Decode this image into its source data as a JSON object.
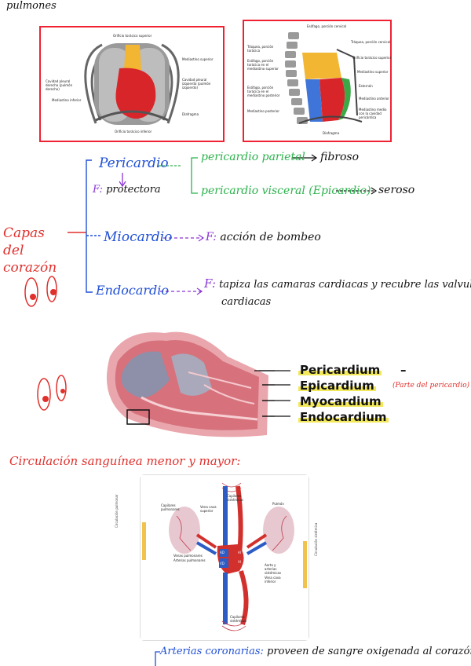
{
  "top_note": "pulmones",
  "figure1": {
    "labels": [
      "Orificio torácico superior",
      "Mediastino superior",
      "Cavidad pleural derecha (pulmón derecho)",
      "Cavidad pleural izquierda (pulmón izquierdo)",
      "Mediastino inferior",
      "Diafragma",
      "Orificio torácico inferior"
    ]
  },
  "figure2": {
    "labels": [
      "Esófago, porción cervical",
      "Tráquea, porción torácica",
      "Esófago, porción torácica en el mediastino superior",
      "Esófago, porción torácica en el mediastino posterior",
      "Mediastino posterior",
      "Tráquea, porción cervical",
      "Orificio torácico superior",
      "Mediastino superior",
      "Esternón",
      "Mediastino anterior",
      "Mediastino medio con la cavidad pericárdica",
      "Diafragma"
    ]
  },
  "layers": {
    "root": "Capas del corazón",
    "pericardio": "Pericardio",
    "pericardio_f_label": "F:",
    "pericardio_f": "protectora",
    "parietal": "pericardio parietal",
    "parietal_type": "fibroso",
    "visceral": "pericardio visceral (Epicardio)",
    "visceral_type": "seroso",
    "miocardio": "Miocardio",
    "miocardio_f_label": "F:",
    "miocardio_f": "acción de bombeo",
    "endocardio": "Endocardio",
    "endocardio_f_label": "F:",
    "endocardio_f_line1": "tapiza las camaras cardiacas y recubre las valvulas",
    "endocardio_f_line2": "cardiacas"
  },
  "heart_figure": {
    "labels": {
      "pericardium": "Pericardium",
      "pericardium_dash": "–",
      "epicardium": "Epicardium",
      "epicardium_note": "(Parte del pericardio)",
      "myocardium": "Myocardium",
      "endocardium": "Endocardium"
    }
  },
  "circulation": {
    "heading": "Circulación sanguínea menor y mayor:",
    "labels": [
      "Capilares pulmonares",
      "Vena cava superior",
      "Capilares sistémicos",
      "Pulmón",
      "Venas pulmonares",
      "Arterias pulmonares",
      "AD",
      "VD",
      "AI",
      "VI",
      "Aorta y arterias sistémicas",
      "Vena cava inferior",
      "Capilares sistémicos"
    ],
    "side_left": "Circulación pulmonar",
    "side_right": "Circulación sistémica"
  },
  "coronary": {
    "term": "Arterias coronarias:",
    "desc": "proveen de sangre oxigenada al corazón"
  },
  "colors": {
    "blue": "#1f4fd6",
    "green": "#2bb24c",
    "purple": "#8a35d6",
    "red": "#e0302c"
  }
}
